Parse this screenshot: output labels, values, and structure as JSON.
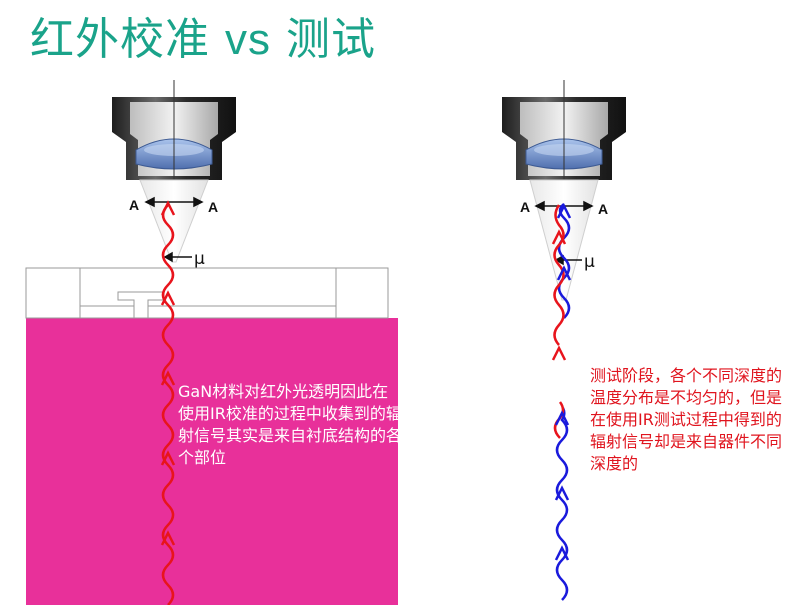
{
  "title": {
    "prefix": "红外校准",
    "vs": "vs",
    "suffix": "测试"
  },
  "labels": {
    "a": "A",
    "mu": "μ"
  },
  "left_note": "GaN材料对红外光透明因此在使用IR校准的过程中收集到的辐射信号其实是来自衬底结构的各个部位",
  "right_note": "测试阶段，各个不同深度的温度分布是不均匀的，但是在使用IR测试过程中得到的辐射信号却是来自器件不同深度的",
  "colors": {
    "title": "#1aa38a",
    "substrate": "#e8309a",
    "signal_red": "#e8141c",
    "signal_blue": "#1a1adc",
    "lens": "#6f8fc8",
    "lens_housing": "#3a3a3a"
  }
}
